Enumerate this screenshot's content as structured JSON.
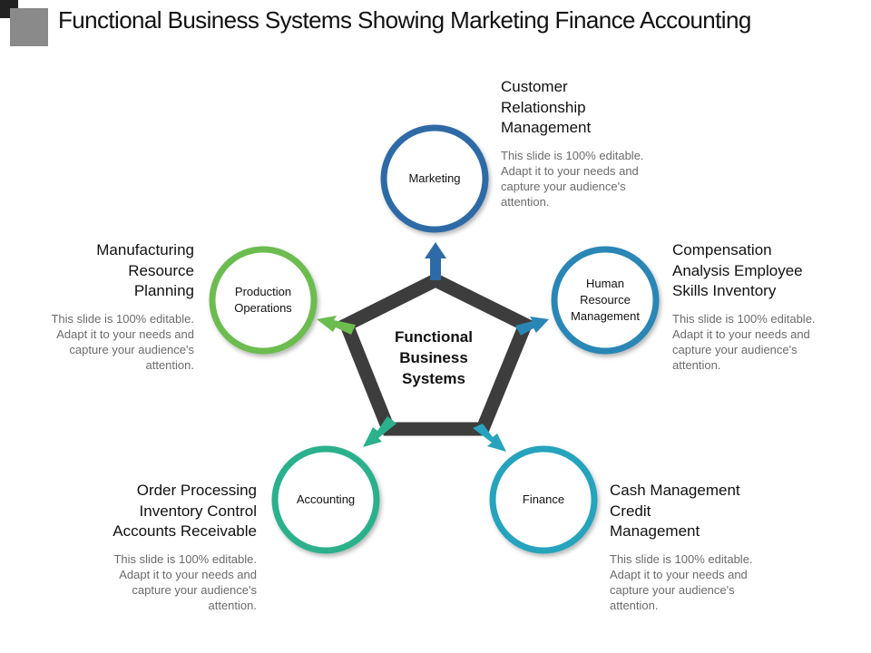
{
  "page": {
    "title": "Functional Business Systems Showing Marketing Finance Accounting"
  },
  "center": {
    "lines": [
      "Functional",
      "Business",
      "Systems"
    ]
  },
  "nodes": {
    "marketing": {
      "lines": [
        "Marketing"
      ],
      "color": "#2e6aa6"
    },
    "human_resource": {
      "lines": [
        "Human",
        "Resource",
        "Management"
      ],
      "color": "#2a86b5"
    },
    "finance": {
      "lines": [
        "Finance"
      ],
      "color": "#27a3bd"
    },
    "accounting": {
      "lines": [
        "Accounting"
      ],
      "color": "#2bb18c"
    },
    "production": {
      "lines": [
        "Production",
        "Operations"
      ],
      "color": "#6cbc4f"
    }
  },
  "annotations": {
    "marketing": {
      "title_lines": [
        "Customer",
        "Relationship",
        "Management"
      ],
      "desc_lines": [
        "This slide is 100% editable.",
        "Adapt it to your needs and",
        "capture your audience's",
        "attention."
      ]
    },
    "human_resource": {
      "title_lines": [
        "Compensation",
        "Analysis Employee",
        "Skills Inventory"
      ],
      "desc_lines": [
        "This slide is 100% editable.",
        "Adapt it to your needs and",
        "capture your audience's",
        "attention."
      ]
    },
    "finance": {
      "title_lines": [
        "Cash Management",
        "Credit",
        "Management"
      ],
      "desc_lines": [
        "This slide is 100% editable.",
        "Adapt it to your needs and",
        "capture your audience's",
        "attention."
      ]
    },
    "accounting": {
      "title_lines": [
        "Order Processing",
        "Inventory Control",
        "Accounts Receivable"
      ],
      "desc_lines": [
        "This slide is 100% editable.",
        "Adapt it to your needs and",
        "capture your audience's",
        "attention."
      ]
    },
    "production": {
      "title_lines": [
        "Manufacturing",
        "Resource",
        "Planning"
      ],
      "desc_lines": [
        "This slide is 100% editable.",
        "Adapt it to your needs and",
        "capture your audience's",
        "attention."
      ]
    }
  },
  "colors": {
    "pentagon": "#3d3d3d",
    "description_text": "#6b6b6b"
  }
}
